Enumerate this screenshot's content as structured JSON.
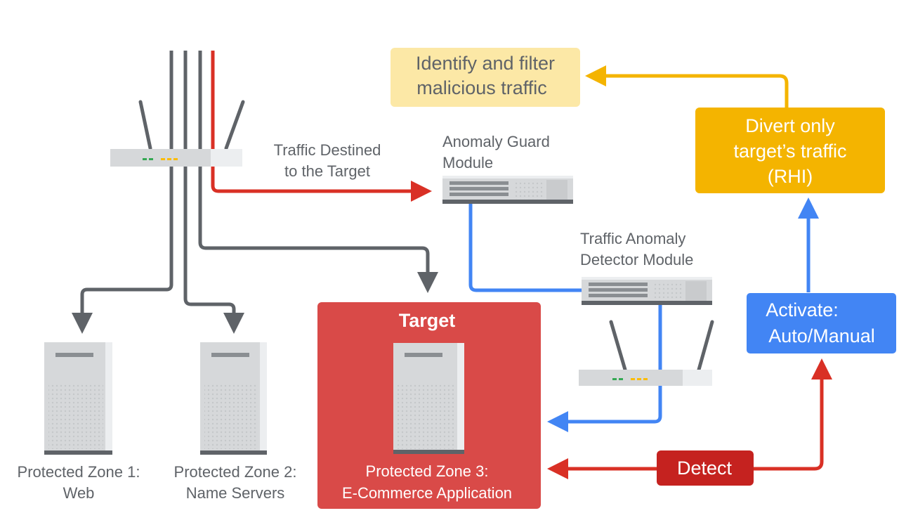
{
  "labels": {
    "identify_line1": "Identify and filter",
    "identify_line2": "malicious traffic",
    "divert_line1": "Divert only",
    "divert_line2": "target’s traffic",
    "divert_line3": "(RHI)",
    "traffic_destined_line1": "Traffic Destined",
    "traffic_destined_line2": "to the Target",
    "guard_line1": "Anomaly Guard",
    "guard_line2": "Module",
    "detector_line1": "Traffic Anomaly",
    "detector_line2": "Detector Module",
    "activate_line1": "Activate:",
    "activate_line2": "Auto/Manual",
    "target": "Target",
    "zone1_line1": "Protected Zone 1:",
    "zone1_line2": "Web",
    "zone2_line1": "Protected Zone 2:",
    "zone2_line2": "Name Servers",
    "zone3_line1": "Protected Zone 3:",
    "zone3_line2": "E-Commerce Application",
    "detect": "Detect"
  },
  "colors": {
    "gray_line": "#5f6368",
    "red": "#d93025",
    "blue": "#4285f4",
    "yellow": "#f4b400",
    "light_yellow": "#fce8a6",
    "target_red": "#d94a48",
    "detect_red": "#c5221f",
    "text_gray": "#5f6368"
  }
}
